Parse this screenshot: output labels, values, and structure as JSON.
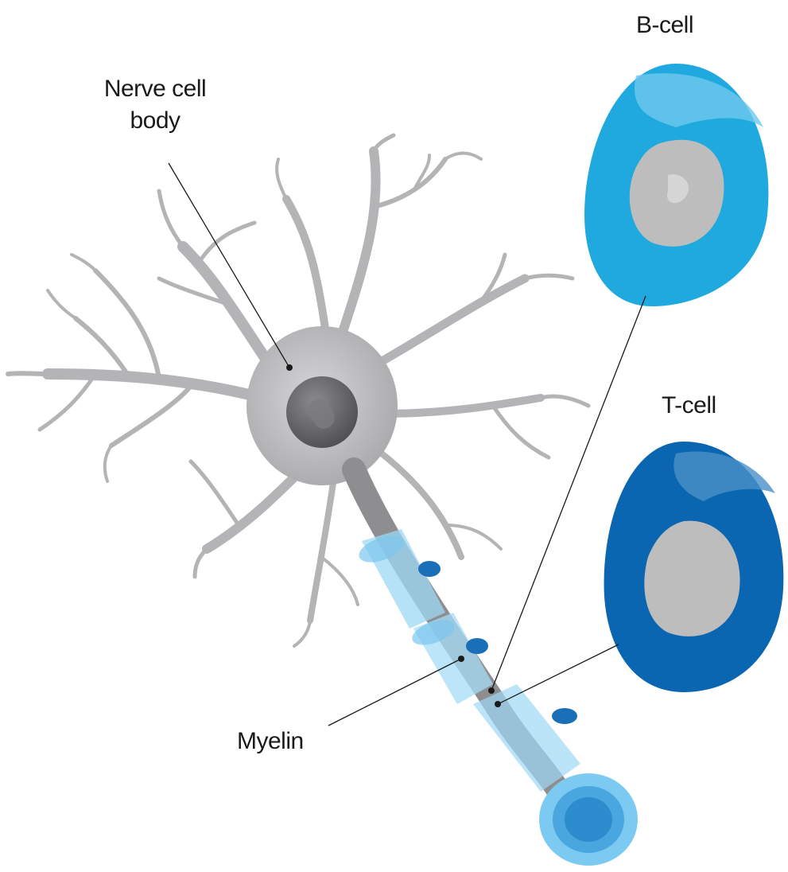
{
  "labels": {
    "nerve_cell_body_line1": "Nerve cell",
    "nerve_cell_body_line2": "body",
    "b_cell": "B-cell",
    "t_cell": "T-cell",
    "myelin": "Myelin"
  },
  "colors": {
    "neuron_gray": "#b8b8bb",
    "nucleus_gray": "#6e6e72",
    "axon_gray": "#8c8c8f",
    "myelin_blue": "#8fd1f5",
    "b_cell_blue": "#1fa9df",
    "t_cell_blue": "#0a66b0",
    "cell_nucleus": "#bdbdbd",
    "leader_line": "#1a1a1a"
  }
}
